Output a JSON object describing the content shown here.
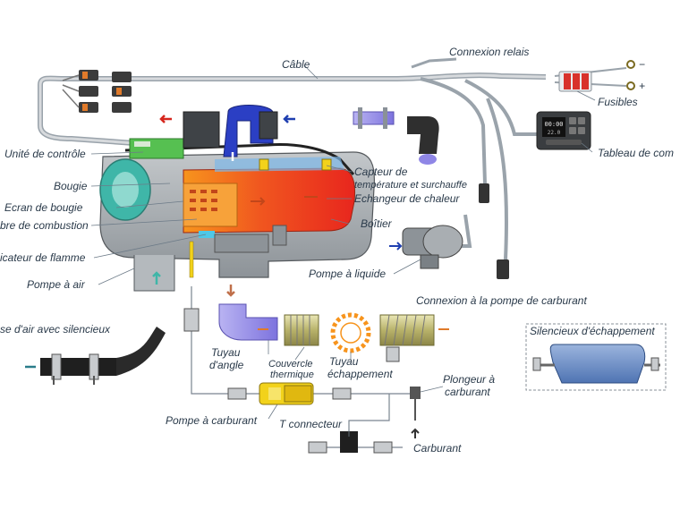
{
  "labels": {
    "cable": "Câble",
    "relay_connection": "Connexion relais",
    "fuses": "Fusibles",
    "control_panel": "Tableau de com",
    "control_unit": "Unité de contrôle",
    "glow_plug": "Bougie",
    "glow_plug_screen": "Ecran de bougie",
    "combustion_chamber": "bre de combustion",
    "flame_indicator": "icateur de flamme",
    "air_pump": "Pompe à air",
    "temp_sensor_1": "Capteur de",
    "temp_sensor_2": "température et surchauffe",
    "heat_exchanger": "Echangeur de chaleur",
    "housing": "Boîtier",
    "liquid_pump": "Pompe à liquide",
    "fuel_pump_connection": "Connexion à la pompe de carburant",
    "air_intake_silencer": "se d'air avec silencieux",
    "elbow_pipe_1": "Tuyau",
    "elbow_pipe_2": "d'angle",
    "thermal_cover_1": "Couvercle",
    "thermal_cover_2": "thermique",
    "exhaust_pipe_1": "Tuyau",
    "exhaust_pipe_2": "échappement",
    "exhaust_silencer": "Silencieux d'échappement",
    "fuel_pump": "Pompe à carburant",
    "t_connector": "T connecteur",
    "fuel_dip_1": "Plongeur à",
    "fuel_dip_2": "carburant",
    "fuel": "Carburant",
    "minus": "−",
    "plus": "+"
  },
  "display": {
    "line1": "00:00",
    "line2": "22.0"
  },
  "colors": {
    "hot": "#e8321e",
    "warm": "#f7941d",
    "coolant": "#2b3fc4",
    "air_teal": "#3fb6a8",
    "housing": "#a4a9ad",
    "arrow_blue": "#1f3fb0",
    "arrow_red": "#d6261d",
    "fuel_yellow": "#f2d21b",
    "pipe_purple": "#8f86e6"
  }
}
